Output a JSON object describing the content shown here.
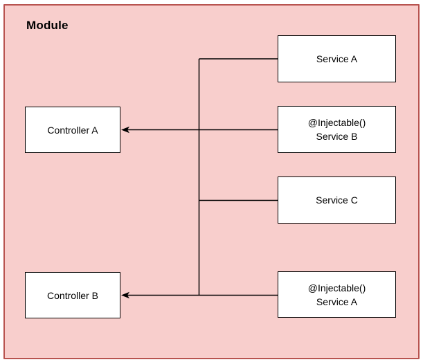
{
  "diagram": {
    "module_title": "Module",
    "colors": {
      "module_fill": "#f8cecc",
      "module_stroke": "#b85450",
      "node_fill": "#ffffff",
      "node_stroke": "#000000",
      "connector": "#000000",
      "text": "#000000",
      "page_background": "#ffffff"
    },
    "nodes": [
      {
        "id": "controller-a",
        "lines": [
          "Controller A"
        ]
      },
      {
        "id": "controller-b",
        "lines": [
          "Controller B"
        ]
      },
      {
        "id": "service-a",
        "lines": [
          "Service A"
        ]
      },
      {
        "id": "injectable-service-b",
        "lines": [
          "@Injectable()",
          "Service B"
        ]
      },
      {
        "id": "service-c",
        "lines": [
          "Service C"
        ]
      },
      {
        "id": "injectable-service-a",
        "lines": [
          "@Injectable()",
          "Service A"
        ]
      }
    ],
    "edges": [
      {
        "from": "service-a",
        "to": "trunk",
        "arrow": false
      },
      {
        "from": "injectable-service-b",
        "to": "controller-a",
        "arrow": true
      },
      {
        "from": "service-c",
        "to": "trunk",
        "arrow": false
      },
      {
        "from": "injectable-service-a",
        "to": "controller-b",
        "arrow": true
      }
    ]
  }
}
